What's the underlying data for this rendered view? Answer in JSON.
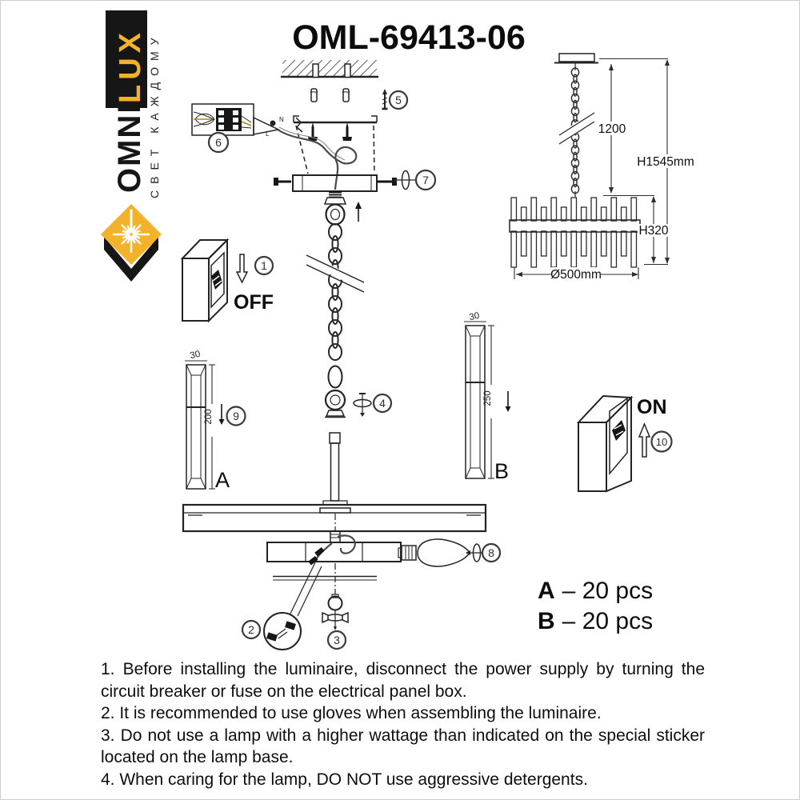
{
  "page": {
    "title": "OML-69413-06"
  },
  "logo": {
    "lux": "LUX",
    "omni": "OMNI",
    "tagline": "СВЕТ КАЖДОМУ"
  },
  "colors": {
    "brand_yellow": "#F2B32B",
    "ink": "#161616"
  },
  "dim_diagram": {
    "chain_len": "1200",
    "total_h": "H1545mm",
    "body_h": "H320",
    "diameter": "Ø500mm"
  },
  "steps": {
    "s1": "1",
    "s2": "2",
    "s3": "3",
    "s4": "4",
    "s5": "5",
    "s6": "6",
    "s7": "7",
    "s8": "8",
    "s9": "9",
    "s10": "10"
  },
  "switch_off": {
    "label": "OFF"
  },
  "switch_on": {
    "label": "ON"
  },
  "wiring": {
    "n": "N",
    "l": "L"
  },
  "crystal_a": {
    "width": "30",
    "height": "200",
    "label": "A"
  },
  "crystal_b": {
    "width": "30",
    "height": "250",
    "label": "B"
  },
  "counts": {
    "a_label": "A",
    "a_rest": "– 20 pcs",
    "b_label": "B",
    "b_rest": "– 20 pcs"
  },
  "instructions": [
    "1. Before installing the luminaire, disconnect the power supply by turning the circuit breaker or fuse on the electrical panel box.",
    "2. It is recommended to use gloves when assembling the luminaire.",
    "3. Do not use a lamp with a higher wattage than indicated on the special sticker located on the lamp base.",
    "4. When caring for the lamp, DO NOT use aggressive detergents."
  ]
}
